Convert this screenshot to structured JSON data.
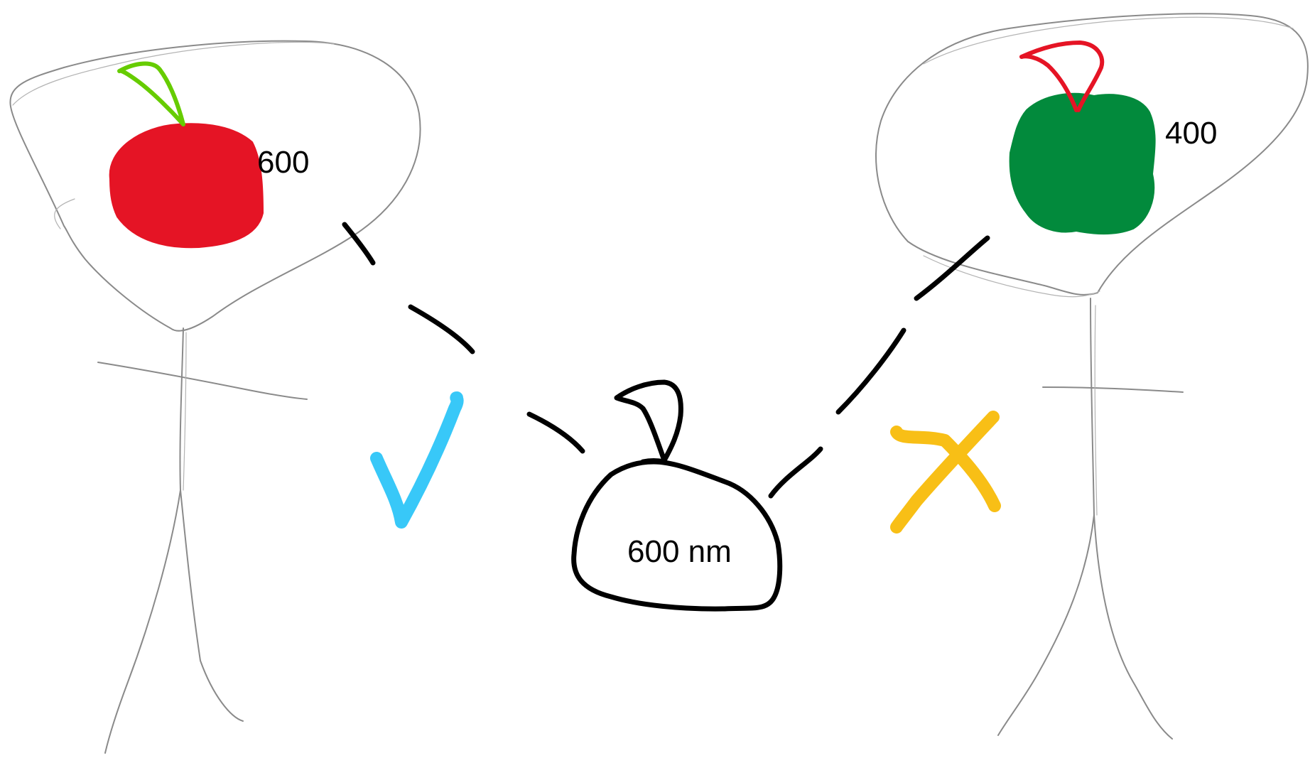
{
  "labels": {
    "left_value": "600",
    "right_value": "400",
    "bag_value": "600 nm"
  },
  "colors": {
    "left_apple": "#e51425",
    "left_leaf": "#66cc00",
    "right_apple": "#028a3c",
    "right_stem": "#e51425",
    "check_mark": "#38c8f8",
    "cross_mark": "#f8bf16",
    "ink": "#000000",
    "pencil": "#8a8a8a"
  },
  "icons": {
    "match": "check-mark-icon",
    "mismatch": "cross-mark-icon"
  }
}
